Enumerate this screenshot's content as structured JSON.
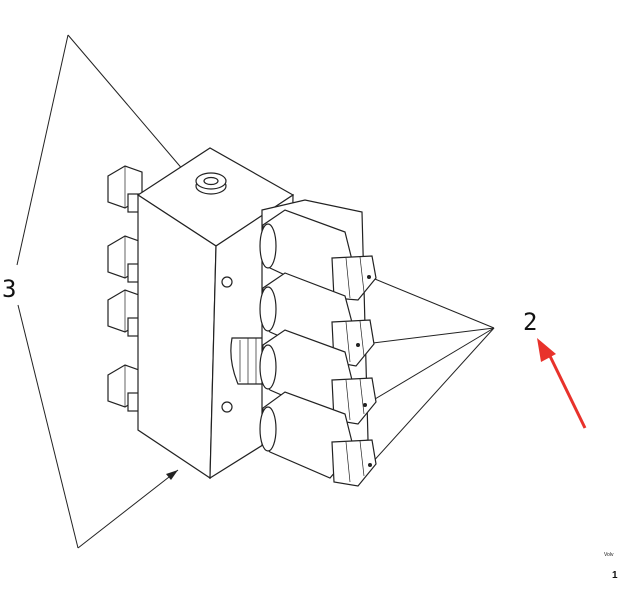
{
  "labels": {
    "callout_3": "3",
    "callout_2": "2",
    "corner_text": "Volv",
    "corner_number": "1"
  },
  "colors": {
    "line": "#222222",
    "background": "#ffffff",
    "arrow": "#e8322b"
  }
}
